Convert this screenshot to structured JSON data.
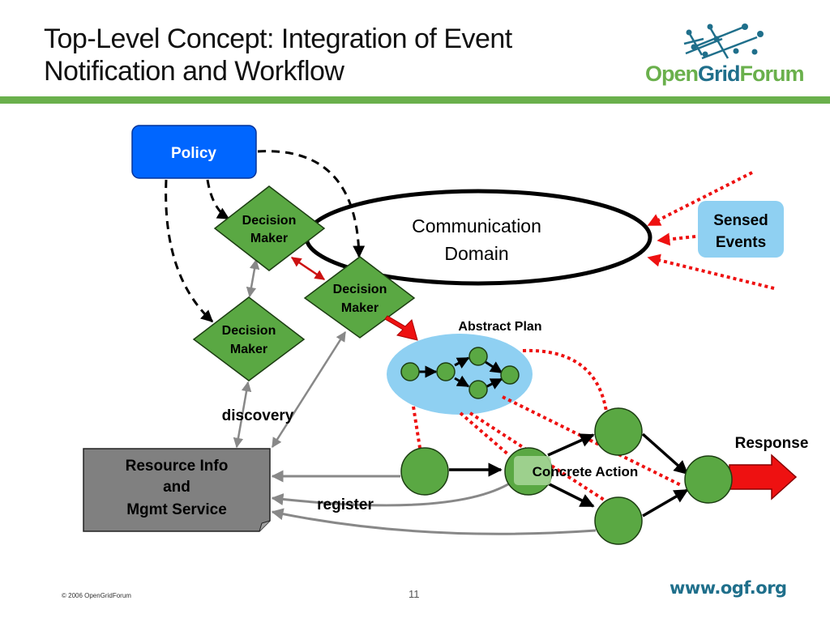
{
  "slide": {
    "title_line1": "Top-Level Concept: Integration of Event",
    "title_line2": "Notification and Workflow",
    "page_number": "11",
    "copyright": "© 2006 OpenGridForum",
    "url": "www.ogf.org"
  },
  "logo": {
    "word1": "Open",
    "word2": "Grid",
    "word3": "Forum",
    "icon": "grid-network-icon"
  },
  "colors": {
    "accent_green": "#6ab04c",
    "brand_teal": "#1f6f8b",
    "policy_blue": "#0066ff",
    "node_green": "#5aa843",
    "plan_blue": "#8fd0f2",
    "event_red": "#ee1111",
    "service_gray": "#808080"
  },
  "diagram": {
    "policy": "Policy",
    "decision_maker_line1": "Decision",
    "decision_maker_line2": "Maker",
    "communication_line1": "Communication",
    "communication_line2": "Domain",
    "sensed_line1": "Sensed",
    "sensed_line2": "Events",
    "abstract_plan": "Abstract Plan",
    "discovery": "discovery",
    "resource_line1": "Resource Info",
    "resource_line2": "and",
    "resource_line3": "Mgmt Service",
    "register": "register",
    "concrete_action": "Concrete Action",
    "response": "Response"
  }
}
